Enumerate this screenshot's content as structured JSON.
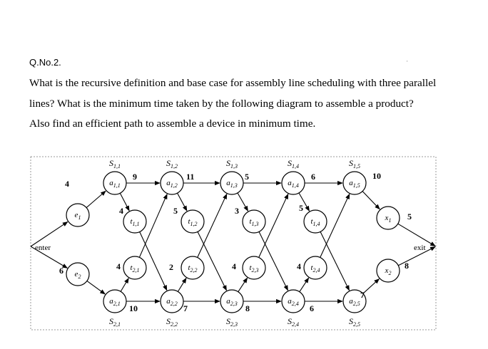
{
  "question": {
    "number": "Q.No.2.",
    "lines": [
      "What is the recursive definition and base case for assembly line scheduling with three parallel",
      "lines? What is the minimum time taken by the following diagram to assemble a product?",
      "Also find an efficient path to assemble a device in minimum time."
    ],
    "stray_mark": "'"
  },
  "diagram": {
    "enter_label": "enter",
    "exit_label": "exit",
    "entry": [
      {
        "node": "e",
        "sub": "1",
        "time": "4"
      },
      {
        "node": "e",
        "sub": "2",
        "time": "6"
      }
    ],
    "exit": [
      {
        "node": "x",
        "sub": "1",
        "time": "5"
      },
      {
        "node": "x",
        "sub": "2",
        "time": "8"
      }
    ],
    "line1": {
      "stations": [
        {
          "S": "S",
          "S_sub": "1,1",
          "a": "a",
          "a_sub": "1,1",
          "time": "9"
        },
        {
          "S": "S",
          "S_sub": "1,2",
          "a": "a",
          "a_sub": "1,2",
          "time": "11"
        },
        {
          "S": "S",
          "S_sub": "1,3",
          "a": "a",
          "a_sub": "1,3",
          "time": "5"
        },
        {
          "S": "S",
          "S_sub": "1,4",
          "a": "a",
          "a_sub": "1,4",
          "time": "6"
        },
        {
          "S": "S",
          "S_sub": "1,5",
          "a": "a",
          "a_sub": "1,5",
          "time": "10"
        }
      ]
    },
    "line2": {
      "stations": [
        {
          "S": "S",
          "S_sub": "2,1",
          "a": "a",
          "a_sub": "2,1",
          "time": "10"
        },
        {
          "S": "S",
          "S_sub": "2,2",
          "a": "a",
          "a_sub": "2,2",
          "time": "7"
        },
        {
          "S": "S",
          "S_sub": "2,3",
          "a": "a",
          "a_sub": "2,3",
          "time": "8"
        },
        {
          "S": "S",
          "S_sub": "2,4",
          "a": "a",
          "a_sub": "2,4",
          "time": "6"
        },
        {
          "S": "S",
          "S_sub": "2,5",
          "a": "a",
          "a_sub": "2,5",
          "time": "7"
        }
      ]
    },
    "transfers1": [
      {
        "t": "t",
        "sub": "1,1",
        "time": "4"
      },
      {
        "t": "t",
        "sub": "1,2",
        "time": "5"
      },
      {
        "t": "t",
        "sub": "1,3",
        "time": "3"
      },
      {
        "t": "t",
        "sub": "1,4",
        "time": "5"
      }
    ],
    "transfers2": [
      {
        "t": "t",
        "sub": "2,1",
        "time": "4"
      },
      {
        "t": "t",
        "sub": "2,2",
        "time": "2"
      },
      {
        "t": "t",
        "sub": "2,3",
        "time": "4"
      },
      {
        "t": "t",
        "sub": "2,4",
        "time": "4"
      }
    ]
  }
}
